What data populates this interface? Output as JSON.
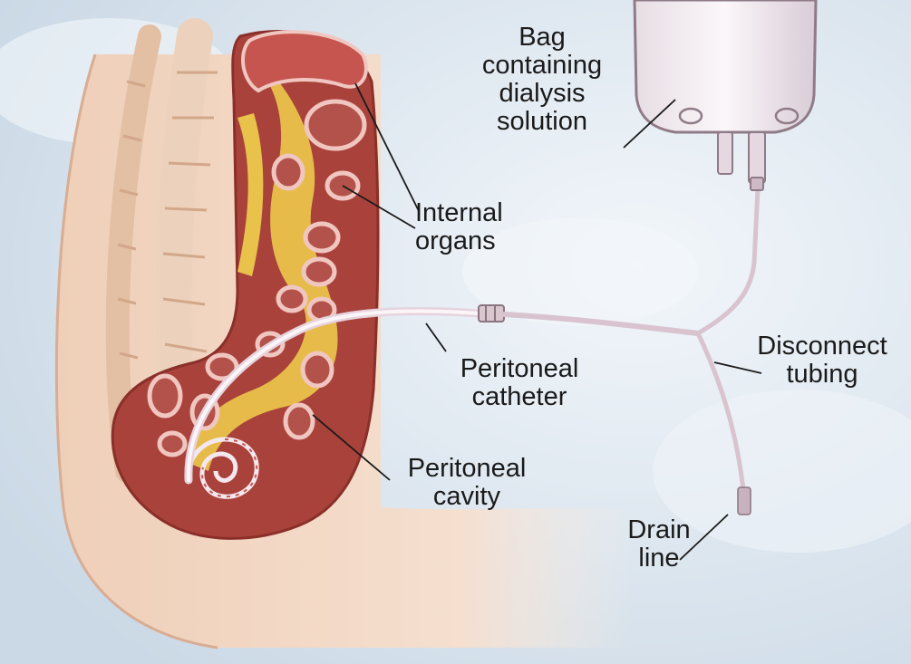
{
  "labels": {
    "bag": [
      "Bag",
      "containing",
      "dialysis",
      "solution"
    ],
    "organs": [
      "Internal",
      "organs"
    ],
    "catheter": [
      "Peritoneal",
      "catheter"
    ],
    "cavity": [
      "Peritoneal",
      "cavity"
    ],
    "disconnect": [
      "Disconnect",
      "tubing"
    ],
    "drain": [
      "Drain",
      "line"
    ]
  },
  "colors": {
    "background": "#dfe8f1",
    "skin": "#f1d7c2",
    "bowel_outer": "#a9423b",
    "bowel_inner": "#7a2620",
    "fat": "#e9c24b",
    "spine": "#e8c9ad",
    "tubing": "#f4e8ef"
  }
}
